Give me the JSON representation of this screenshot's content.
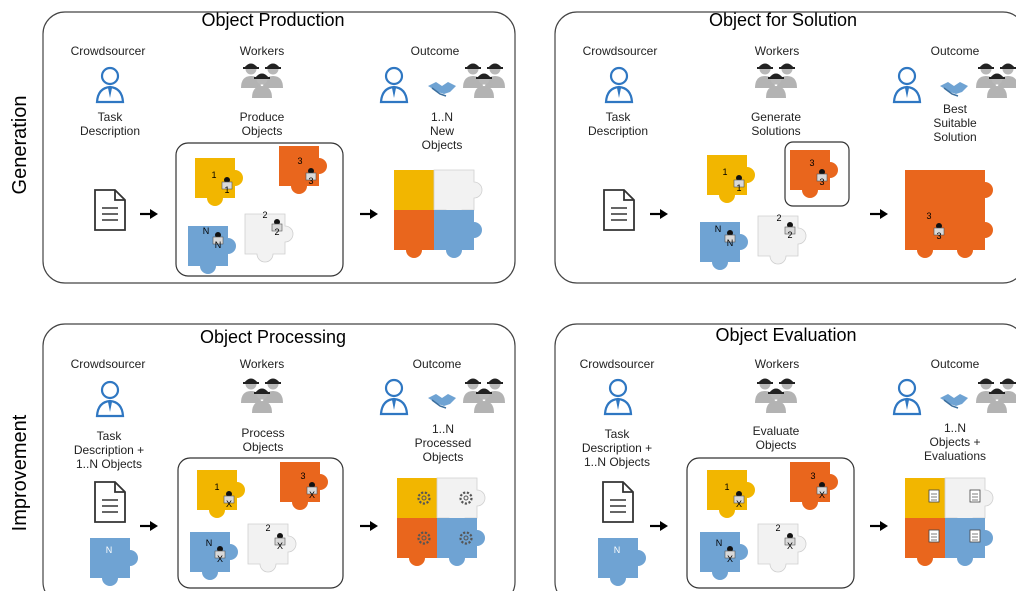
{
  "rows": {
    "generation": "Generation",
    "improvement": "Improvement"
  },
  "colors": {
    "yellow": "#f2b600",
    "orange": "#e9661d",
    "blue": "#6fa3d3",
    "white_piece": "#f2f2f2",
    "person": "#2f77c2",
    "worker": "#999999"
  },
  "icons": [
    "person-icon",
    "worker-group-icon",
    "handshake-icon",
    "document-icon",
    "puzzle-piece-icon",
    "gear-icon",
    "arrow-right-icon"
  ],
  "panels": {
    "production": {
      "title": "Object Production",
      "col_crowd": "Crowdsourcer",
      "col_workers": "Workers",
      "col_outcome": "Outcome",
      "crowd_l1": "Task",
      "crowd_l2": "Description",
      "work_l1": "Produce",
      "work_l2": "Objects",
      "out_l1": "1..N",
      "out_l2": "New",
      "out_l3": "Objects",
      "w1": "1",
      "w2": "2",
      "w3": "3",
      "wN": "N"
    },
    "solution": {
      "title": "Object for Solution",
      "col_crowd": "Crowdsourcer",
      "col_workers": "Workers",
      "col_outcome": "Outcome",
      "crowd_l1": "Task",
      "crowd_l2": "Description",
      "work_l1": "Generate",
      "work_l2": "Solutions",
      "out_l1": "Best",
      "out_l2": "Suitable",
      "out_l3": "Solution",
      "w1": "1",
      "w2": "2",
      "w3": "3",
      "wN": "N"
    },
    "processing": {
      "title": "Object Processing",
      "col_crowd": "Crowdsourcer",
      "col_workers": "Workers",
      "col_outcome": "Outcome",
      "crowd_l1": "Task",
      "crowd_l2": "Description +",
      "crowd_l3": "1..N Objects",
      "work_l1": "Process",
      "work_l2": "Objects",
      "out_l1": "1..N",
      "out_l2": "Processed",
      "out_l3": "Objects",
      "w1": "1",
      "w2": "2",
      "w3": "3",
      "wN": "N",
      "x": "X",
      "input_N": "N"
    },
    "evaluation": {
      "title": "Object Evaluation",
      "col_crowd": "Crowdsourcer",
      "col_workers": "Workers",
      "col_outcome": "Outcome",
      "crowd_l1": "Task",
      "crowd_l2": "Description +",
      "crowd_l3": "1..N Objects",
      "work_l1": "Evaluate",
      "work_l2": "Objects",
      "out_l1": "1..N",
      "out_l2": "Objects +",
      "out_l3": "Evaluations",
      "w1": "1",
      "w2": "2",
      "w3": "3",
      "wN": "N",
      "x": "X",
      "input_N": "N"
    }
  }
}
